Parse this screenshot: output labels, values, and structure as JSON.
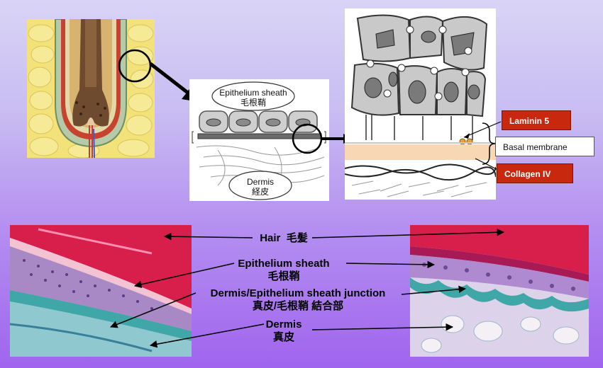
{
  "top": {
    "sheath_label": {
      "en": "Epithelium sheath",
      "jp": "毛根鞘"
    },
    "dermis_label": {
      "en": "Dermis",
      "jp": "経皮"
    },
    "laminin": "Laminin 5",
    "basal": "Basal membrane",
    "collagen": "Collagen IV"
  },
  "bottom": {
    "labels": [
      {
        "en": "Hair",
        "jp": "毛髪"
      },
      {
        "en": "Epithelium sheath",
        "jp": "毛根鞘"
      },
      {
        "en": "Dermis/Epithelium sheath junction",
        "jp": "真皮/毛根鞘  結合部"
      },
      {
        "en": "Dermis",
        "jp": "真皮"
      }
    ]
  },
  "colors": {
    "laminin_box": "#c8290e",
    "collagen_box": "#c8290e",
    "histology_hair": "#d81e4a",
    "histology_cells": "#b79ad0",
    "histology_junction": "#3fa7a7"
  }
}
